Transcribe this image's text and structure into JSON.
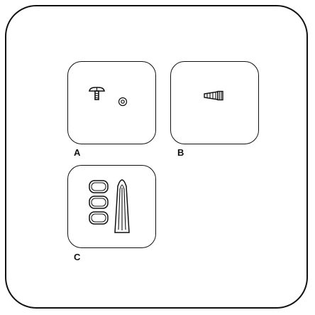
{
  "parts": [
    {
      "id": "A",
      "label": "A",
      "contents": [
        "screw-icon",
        "washer-icon"
      ]
    },
    {
      "id": "B",
      "label": "B",
      "contents": [
        "wire-nut-icon"
      ]
    },
    {
      "id": "C",
      "label": "C",
      "contents": [
        "foam-pad-icon",
        "foam-pad-icon",
        "foam-pad-icon",
        "u-clip-icon"
      ]
    }
  ],
  "colors": {
    "stroke": "#111111",
    "background": "#ffffff"
  }
}
